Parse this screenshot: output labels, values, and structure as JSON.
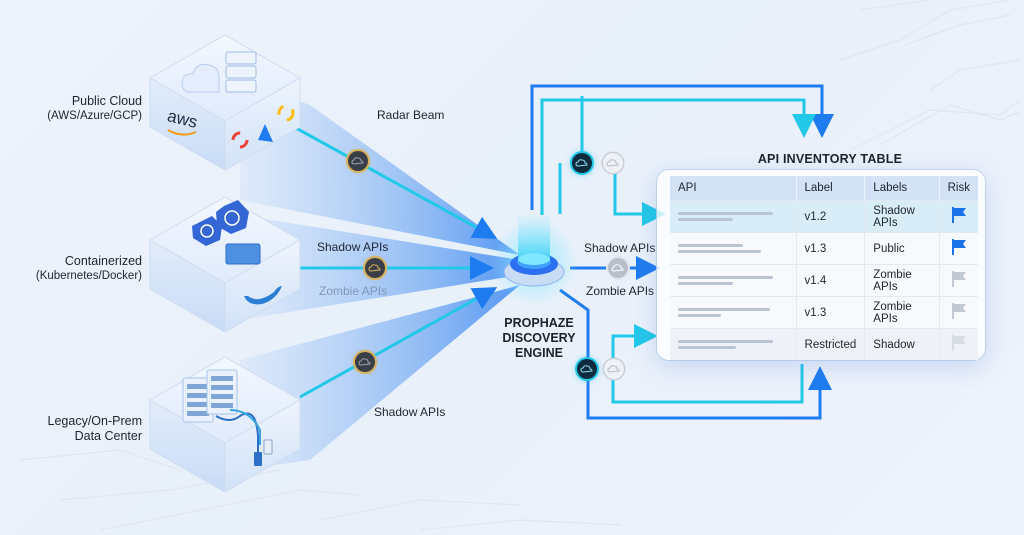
{
  "sources": [
    {
      "name": "Public Cloud",
      "detail": "(AWS/Azure/GCP)",
      "icons": [
        "cloud-icon",
        "server-rack-icon",
        "aws-logo-icon",
        "google-cloud-logo-icon",
        "azure-logo-icon"
      ]
    },
    {
      "name": "Containerized",
      "detail": "(Kubernetes/Docker)",
      "icons": [
        "kubernetes-logo-icon",
        "container-icon",
        "docker-logo-icon"
      ]
    },
    {
      "name": "Legacy/On-Prem",
      "detail": "Data Center",
      "icons": [
        "server-rack-icon",
        "usb-cable-icon"
      ]
    }
  ],
  "aws_text": "aws",
  "flows": {
    "radar_beam": "Radar Beam",
    "middle_top": "Shadow APIs",
    "middle_bottom": "Zombie APIs",
    "bottom": "Shadow APIs",
    "engine_out_top": "Shadow APIs",
    "engine_out_bottom": "Zombie APIs"
  },
  "engine": {
    "line1": "PROPHAZE",
    "line2": "DISCOVERY",
    "line3": "ENGINE"
  },
  "inventory": {
    "title": "API INVENTORY TABLE",
    "columns": [
      "API",
      "Label",
      "Labels",
      "Risk"
    ],
    "rows": [
      {
        "label": "v1.2",
        "labels": "Shadow APIs",
        "risk": "high",
        "highlight": true
      },
      {
        "label": "v1.3",
        "labels": "Public",
        "risk": "high",
        "highlight": false
      },
      {
        "label": "v1.4",
        "labels": "Zombie APIs",
        "risk": "low",
        "highlight": false
      },
      {
        "label": "v1.3",
        "labels": "Zombie APIs",
        "risk": "low",
        "highlight": false
      },
      {
        "label": "Restricted",
        "labels": "Shadow",
        "risk": "none",
        "highlight": false
      }
    ]
  },
  "colors": {
    "beam_blue": "#1f7cf0",
    "cyan": "#22c8e8",
    "flag_active": "#1a73e8",
    "flag_inactive": "#c3c9d2",
    "badge_ring_amber": "#d8b25a"
  }
}
